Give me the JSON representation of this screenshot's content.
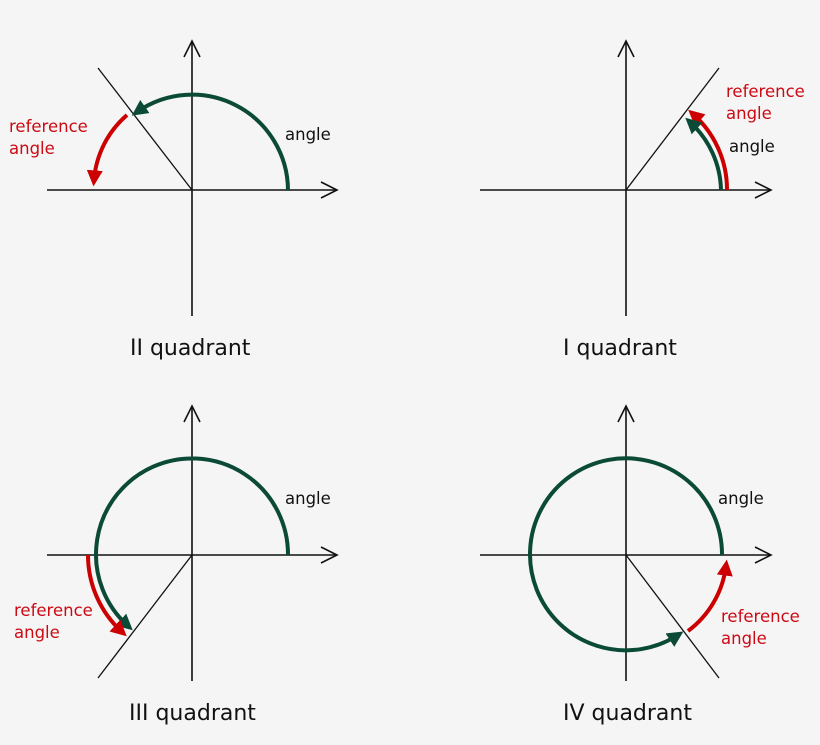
{
  "figure": {
    "colors": {
      "angle_arc": "#0b4a36",
      "reference_arc": "#cc0000",
      "reference_text": "#cc0a14",
      "axis": "#111111",
      "background": "#f5f5f5"
    },
    "panels": [
      {
        "id": "q2",
        "title": "II quadrant",
        "angle_label": "angle",
        "reference_label_line1": "reference",
        "reference_label_line2": "angle",
        "terminal_angle_deg": 128
      },
      {
        "id": "q1",
        "title": "I quadrant",
        "angle_label": "angle",
        "reference_label_line1": "reference",
        "reference_label_line2": "angle",
        "terminal_angle_deg": 52
      },
      {
        "id": "q3",
        "title": "III quadrant",
        "angle_label": "angle",
        "reference_label_line1": "reference",
        "reference_label_line2": "angle",
        "terminal_angle_deg": 232
      },
      {
        "id": "q4",
        "title": "IV quadrant",
        "angle_label": "angle",
        "reference_label_line1": "reference",
        "reference_label_line2": "angle",
        "terminal_angle_deg": 307
      }
    ]
  }
}
